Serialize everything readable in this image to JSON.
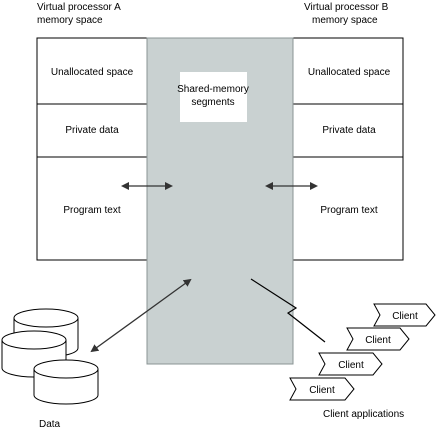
{
  "diagram": {
    "vp_a_title": [
      "Virtual processor A",
      "memory space"
    ],
    "vp_b_title": [
      "Virtual processor B",
      "memory space"
    ],
    "vp_a_rows": [
      "Unallocated space",
      "Private data",
      "Program text"
    ],
    "vp_b_rows": [
      "Unallocated space",
      "Private data",
      "Program text"
    ],
    "shared_segment_label": [
      "Shared-memory",
      "segments"
    ],
    "data_label": "Data",
    "client_labels": [
      "Client",
      "Client",
      "Client",
      "Client"
    ],
    "client_applications_label": "Client applications"
  },
  "colors": {
    "shared_fill": "#c9d1d1",
    "line": "#000000",
    "arrow": "#333333",
    "background": "#ffffff"
  }
}
